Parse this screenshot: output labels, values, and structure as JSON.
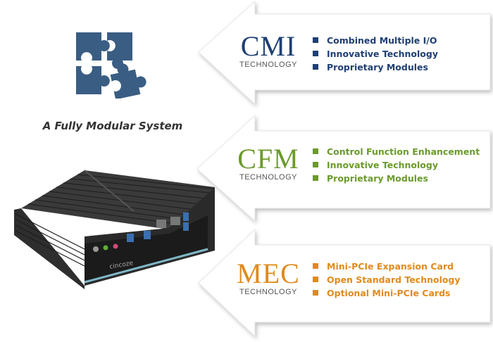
{
  "tagline": "A Fully Modular System",
  "device_brand": "cincoze",
  "colors": {
    "cmi": "#1f3f73",
    "cfm": "#6b9a2c",
    "mec": "#e08a1e",
    "puzzle": "#3a5d83"
  },
  "icons": {
    "puzzle": "puzzle-icon"
  },
  "sections": [
    {
      "logo": "CMI",
      "logo_sub": "TECHNOLOGY",
      "bullets": [
        "Combined Multiple I/O",
        "Innovative Technology",
        "Proprietary Modules"
      ]
    },
    {
      "logo": "CFM",
      "logo_sub": "TECHNOLOGY",
      "bullets": [
        "Control Function Enhancement",
        "Innovative Technology",
        "Proprietary Modules"
      ]
    },
    {
      "logo": "MEC",
      "logo_sub": "TECHNOLOGY",
      "bullets": [
        "Mini-PCIe Expansion Card",
        "Open Standard Technology",
        "Optional Mini-PCIe Cards"
      ]
    }
  ]
}
